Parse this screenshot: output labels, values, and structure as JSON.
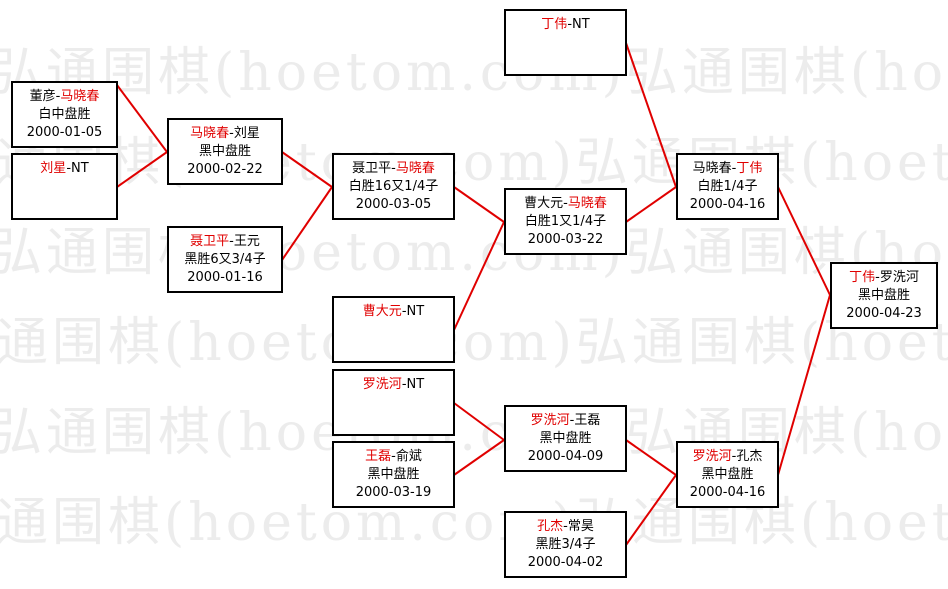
{
  "watermark": "弘通围棋(hoetom.com)弘通围棋(hoetom.com)",
  "line_color": "#e00000",
  "winner_color": "#e00000",
  "matches": {
    "m1": {
      "p1": "董彦",
      "sep": "-",
      "p2": "马晓春",
      "winner": 2,
      "result": "白中盘胜",
      "date": "2000-01-05"
    },
    "m2": {
      "p1": "刘星",
      "sep": "-",
      "p2": "NT",
      "winner": 1,
      "result": "",
      "date": ""
    },
    "m3": {
      "p1": "马晓春",
      "sep": "-",
      "p2": "刘星",
      "winner": 1,
      "result": "黑中盘胜",
      "date": "2000-02-22"
    },
    "m4": {
      "p1": "聂卫平",
      "sep": "-",
      "p2": "王元",
      "winner": 1,
      "result": "黑胜6又3/4子",
      "date": "2000-01-16"
    },
    "m5": {
      "p1": "聂卫平",
      "sep": "-",
      "p2": "马晓春",
      "winner": 2,
      "result": "白胜16又1/4子",
      "date": "2000-03-05"
    },
    "m6": {
      "p1": "曹大元",
      "sep": "-",
      "p2": "NT",
      "winner": 1,
      "result": "",
      "date": ""
    },
    "m7": {
      "p1": "曹大元",
      "sep": "-",
      "p2": "马晓春",
      "winner": 2,
      "result": "白胜1又1/4子",
      "date": "2000-03-22"
    },
    "m8": {
      "p1": "丁伟",
      "sep": "-",
      "p2": "NT",
      "winner": 1,
      "result": "",
      "date": ""
    },
    "m9": {
      "p1": "马晓春",
      "sep": "-",
      "p2": "丁伟",
      "winner": 2,
      "result": "白胜1/4子",
      "date": "2000-04-16"
    },
    "m10": {
      "p1": "罗洗河",
      "sep": "-",
      "p2": "NT",
      "winner": 1,
      "result": "",
      "date": ""
    },
    "m11": {
      "p1": "王磊",
      "sep": "-",
      "p2": "俞斌",
      "winner": 1,
      "result": "黑中盘胜",
      "date": "2000-03-19"
    },
    "m12": {
      "p1": "罗洗河",
      "sep": "-",
      "p2": "王磊",
      "winner": 1,
      "result": "黑中盘胜",
      "date": "2000-04-09"
    },
    "m13": {
      "p1": "孔杰",
      "sep": "-",
      "p2": "常昊",
      "winner": 1,
      "result": "黑胜3/4子",
      "date": "2000-04-02"
    },
    "m14": {
      "p1": "罗洗河",
      "sep": "-",
      "p2": "孔杰",
      "winner": 1,
      "result": "黑中盘胜",
      "date": "2000-04-16"
    },
    "m15": {
      "p1": "丁伟",
      "sep": "-",
      "p2": "罗洗河",
      "winner": 1,
      "result": "黑中盘胜",
      "date": "2000-04-23"
    }
  }
}
